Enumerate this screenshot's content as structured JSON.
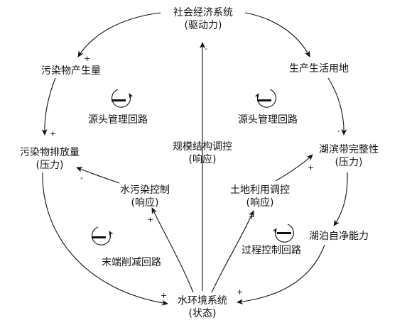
{
  "nodes": {
    "social_economy": {
      "line1": "社会经济系统",
      "line2": "(驱动力)"
    },
    "pollutant_generation": {
      "line1": "污染物产生量"
    },
    "pollutant_emission": {
      "line1": "污染物排放量",
      "line2": "(压力)"
    },
    "production_land": {
      "line1": "生产生活用地"
    },
    "lakeshore_integrity": {
      "line1": "湖滨带完整性",
      "line2": "(压力)"
    },
    "lake_self_purification": {
      "line1": "湖泊自净能力"
    },
    "scale_structure_control": {
      "line1": "规模结构调控",
      "line2": "(响应)"
    },
    "water_pollution_control": {
      "line1": "水污染控制",
      "line2": "(响应)"
    },
    "land_use_control": {
      "line1": "土地利用调控",
      "line2": "(响应)"
    },
    "water_environment": {
      "line1": "水环境系统",
      "line2": "(状态)"
    }
  },
  "loops": {
    "source_left": "源头管理回路",
    "source_right": "源头管理回路",
    "end_reduction": "末端削减回路",
    "process_control": "过程控制回路"
  },
  "signs": {
    "generation_plus": "+",
    "emission_plus": "+",
    "production_minus": "-",
    "land_to_lakeshore_plus": "+",
    "scale_minus": "-",
    "wpc_to_emission_minus": "-",
    "we_to_wpc_plus": "+",
    "we_to_luc_plus": "+",
    "emission_to_we_plus": "+",
    "lake_to_we_plus": "+"
  }
}
